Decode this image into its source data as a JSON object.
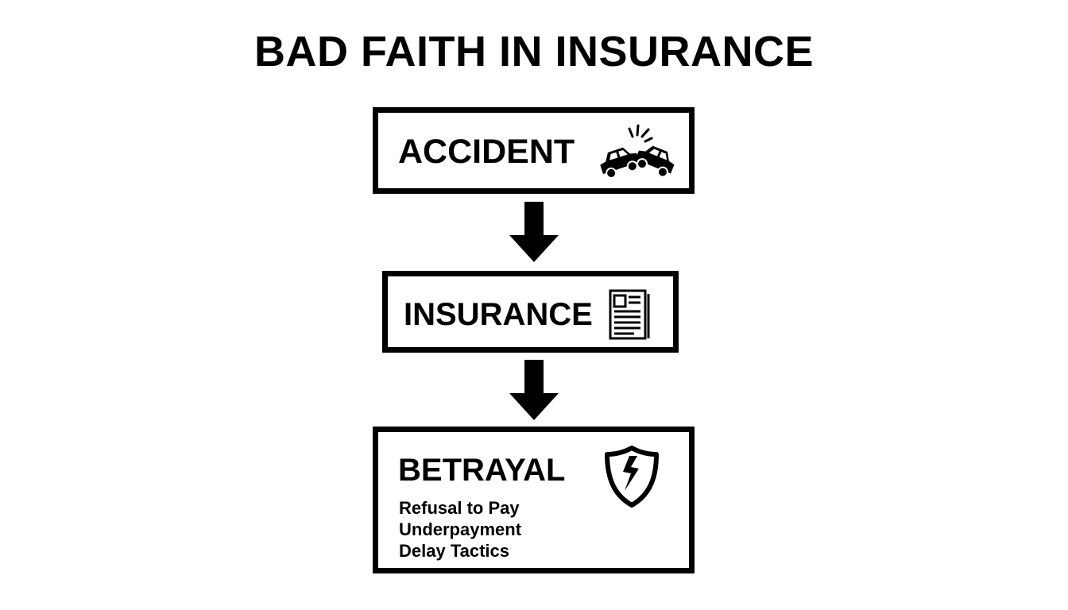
{
  "title": "BAD FAITH IN INSURANCE",
  "steps": [
    {
      "label": "ACCIDENT",
      "icon": "car-crash-icon"
    },
    {
      "label": "INSURANCE",
      "icon": "policy-document-icon"
    },
    {
      "label": "BETRAYAL",
      "icon": "broken-shield-icon",
      "items": [
        "Refusal to Pay",
        "Underpayment",
        "Delay Tactics"
      ]
    }
  ],
  "connectors": [
    "down-arrow-icon",
    "down-arrow-icon"
  ],
  "colors": {
    "ink": "#000000",
    "background": "#ffffff"
  }
}
